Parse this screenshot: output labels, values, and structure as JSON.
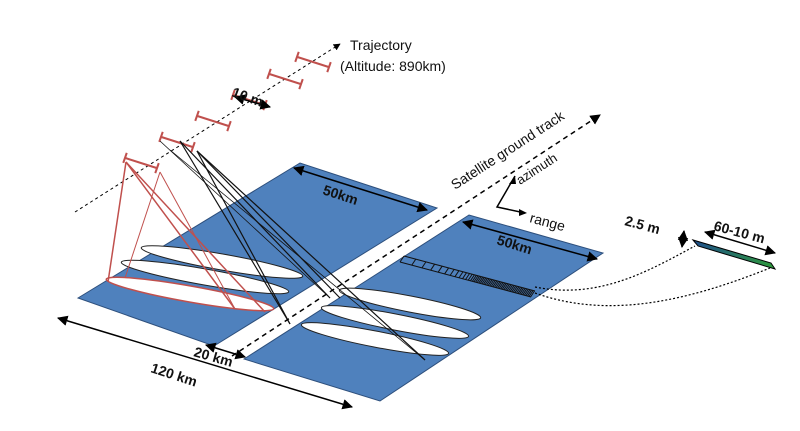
{
  "labels": {
    "trajectory": "Trajectory",
    "altitude": "(Altitude: 890km)",
    "antenna_spacing": "10 m",
    "ground_track": "Satellite ground track",
    "azimuth": "azimuth",
    "range": "range",
    "swath_left": "50km",
    "swath_right": "50km",
    "gap": "20 km",
    "total_width": "120 km",
    "pixel_height": "2.5 m",
    "pixel_length": "60-10 m"
  },
  "colors": {
    "swath_fill": "#4f81bd",
    "swath_stroke": "#2d4f7c",
    "antenna": "#c0504d",
    "pixel_start": "#1f4e8c",
    "pixel_end": "#2e9a3a"
  }
}
